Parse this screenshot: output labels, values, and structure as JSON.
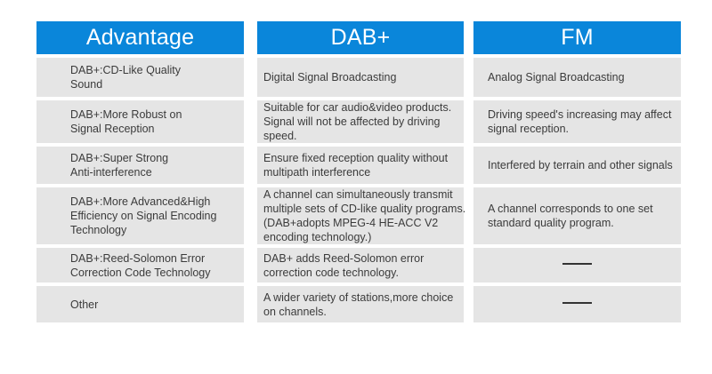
{
  "colors": {
    "header_bg": "#0a86da",
    "header_text": "#ffffff",
    "cell_bg": "#e5e5e5",
    "cell_text": "#3b3b3b"
  },
  "table": {
    "columns": [
      {
        "header": "Advantage",
        "cells": [
          {
            "text": "DAB+:CD-Like Quality\nSound"
          },
          {
            "text": "DAB+:More Robust on\nSignal Reception"
          },
          {
            "text": "DAB+:Super Strong\nAnti-interference"
          },
          {
            "text": "DAB+:More Advanced&High\nEfficiency on Signal Encoding\nTechnology"
          },
          {
            "text": "DAB+:Reed-Solomon Error\nCorrection Code Technology"
          },
          {
            "text": "Other"
          }
        ]
      },
      {
        "header": "DAB+",
        "cells": [
          {
            "text": "Digital Signal Broadcasting"
          },
          {
            "text": "Suitable for car audio&video products.\nSignal will not be affected by driving\nspeed."
          },
          {
            "text": "Ensure fixed reception quality without\nmultipath interference"
          },
          {
            "text": "A channel can simultaneously transmit\nmultiple sets of CD-like quality programs.\n(DAB+adopts MPEG-4 HE-ACC V2\nencoding technology.)"
          },
          {
            "text": "DAB+ adds Reed-Solomon error\ncorrection code technology."
          },
          {
            "text": "A wider variety of stations,more choice\non channels."
          }
        ]
      },
      {
        "header": "FM",
        "cells": [
          {
            "text": "Analog Signal Broadcasting"
          },
          {
            "text": "Driving speed's increasing may affect\nsignal reception."
          },
          {
            "text": "Interfered by terrain and other signals"
          },
          {
            "text": "A channel corresponds to one set\nstandard quality program."
          },
          {
            "dash": true
          },
          {
            "dash": true
          }
        ]
      }
    ]
  }
}
